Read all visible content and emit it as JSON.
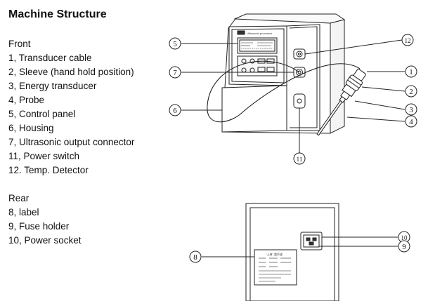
{
  "title": "Machine Structure",
  "front": {
    "heading": "Front",
    "items": [
      "1, Transducer cable",
      "2, Sleeve (hand hold position)",
      "3, Energy transducer",
      "4, Probe",
      "5, Control panel",
      "6, Housing",
      "7, Ultrasonic output connector",
      "11, Power switch",
      "12. Temp. Detector"
    ]
  },
  "rear": {
    "heading": "Rear",
    "items": [
      "8, label",
      "9, Fuse holder",
      "10, Power socket"
    ]
  },
  "callouts": {
    "c1": "1",
    "c2": "2",
    "c3": "3",
    "c4": "4",
    "c5": "5",
    "c6": "6",
    "c7": "7",
    "c8": "8",
    "c9": "9",
    "c10": "10",
    "c11": "11",
    "c12": "12"
  },
  "device_brand": "Ultrasonic processor",
  "label_plate_title": "\"上海\" 超声波"
}
